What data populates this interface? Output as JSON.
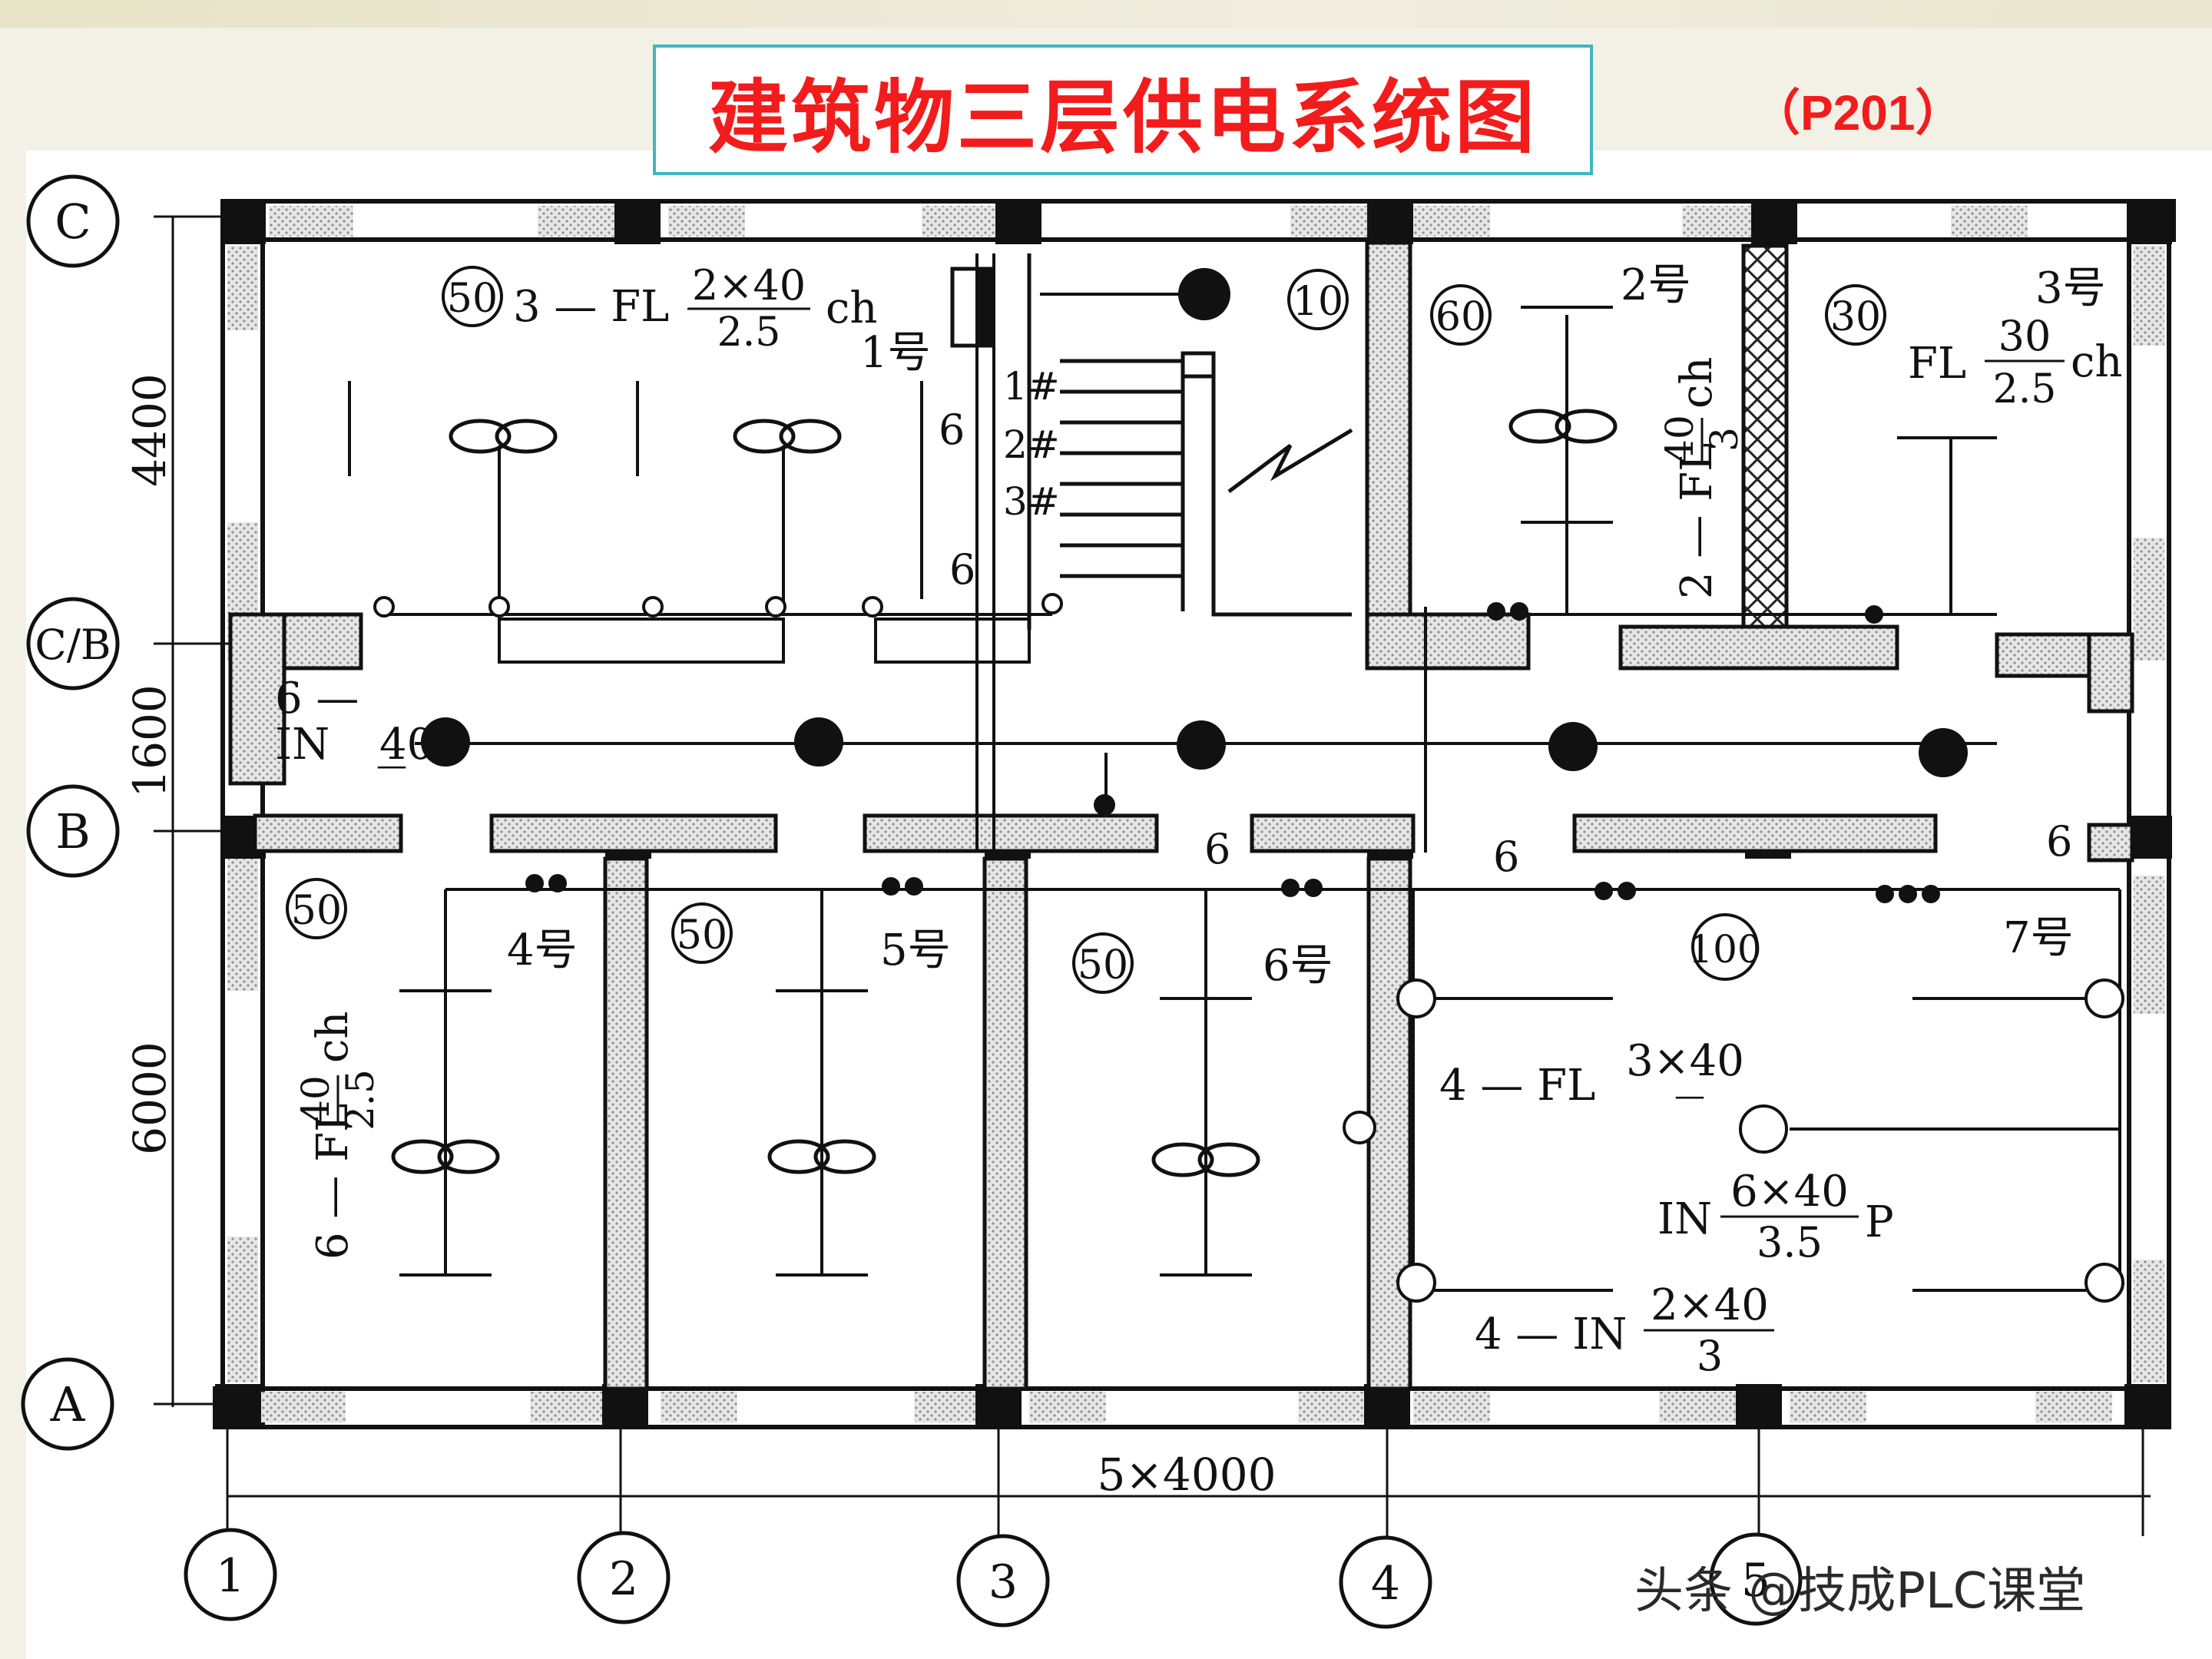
{
  "title": "建筑物三层供电系统图",
  "page_ref": "（P201）",
  "watermark": "头条 @技成PLC课堂",
  "axes": {
    "rows": [
      "C",
      "C/B",
      "B",
      "A"
    ],
    "cols": [
      "1",
      "2",
      "3",
      "4",
      "5"
    ],
    "dims": {
      "top_span": "4400",
      "mid_span": "1600",
      "bottom_span": "6000",
      "width": "5×4000"
    }
  },
  "rooms": {
    "r1": {
      "load": "50",
      "spec_prefix": "3 — FL",
      "spec_num": "2×40",
      "spec_den": "2.5",
      "spec_suffix": "ch"
    },
    "r2": {
      "load": "10"
    },
    "r3": {
      "load": "60"
    },
    "r4": {
      "load": "30",
      "spec_prefix": "FL",
      "spec_num": "30",
      "spec_den": "2.5",
      "spec_suffix": "ch"
    },
    "r5": {
      "load": "50"
    },
    "r6": {
      "load": "50"
    },
    "r7": {
      "load": "50"
    },
    "r8": {
      "load": "100"
    }
  },
  "panels": [
    "1号",
    "2号",
    "3号",
    "4号",
    "5号",
    "6号",
    "7号"
  ],
  "stair_marks": [
    "1#",
    "2#",
    "3#"
  ],
  "wire_counts": [
    "6",
    "6",
    "6",
    "6",
    "6"
  ],
  "specs": {
    "corridor": {
      "prefix": "6 —",
      "line2": "IN",
      "num": "40",
      "den": "—"
    },
    "vertical_right": {
      "text": "2 — FL",
      "num": "40",
      "den": "3",
      "suffix": "ch"
    },
    "vertical_left": {
      "text": "6 — FL",
      "num": "40",
      "den": "2.5",
      "suffix": "ch"
    },
    "big_room_1": {
      "prefix": "4 — FL",
      "num": "3×40",
      "den": "—"
    },
    "big_room_2": {
      "prefix": "IN",
      "num": "6×40",
      "den": "3.5",
      "suffix": "P"
    },
    "big_room_3": {
      "prefix": "4 — IN",
      "num": "2×40",
      "den": "3"
    }
  },
  "colors": {
    "title_red": "#f21c1c",
    "title_border": "#3fb7c0",
    "line": "#111111",
    "hatch": "#bdbdbd"
  }
}
